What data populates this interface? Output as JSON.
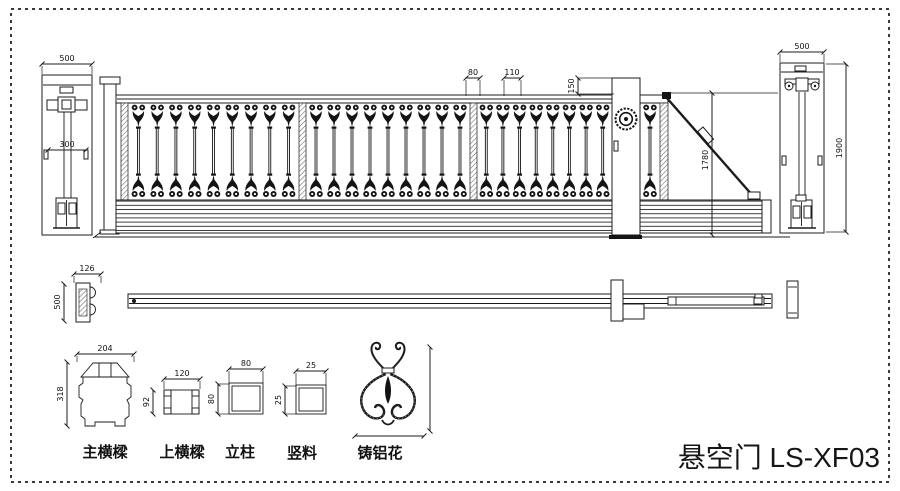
{
  "title": "悬空门 LS-XF03",
  "colors": {
    "line": "#1c1c1c",
    "background": "#ffffff",
    "hatch": "#555555"
  },
  "elevation": {
    "left_post_detail": {
      "width": "500",
      "inner_width": "300"
    },
    "gate": {
      "batten_width": "80",
      "baluster_spacing": "110",
      "post_top_offset": "150",
      "brace_height": "1780",
      "panels": {
        "p1": 9,
        "p2": 9,
        "p3": 8,
        "p4": 1
      }
    },
    "right_post_detail": {
      "width": "500",
      "height": "1900"
    }
  },
  "plan": {
    "bracket_width": "126",
    "bracket_depth": "500"
  },
  "profiles": {
    "main_beam": {
      "label": "主横樑",
      "w": "204",
      "h": "318"
    },
    "top_beam": {
      "label": "上横樑",
      "w": "120",
      "h": "92"
    },
    "post": {
      "label": "立柱",
      "w": "80",
      "h": "80"
    },
    "vbar": {
      "label": "竖料",
      "w": "25",
      "h": "25"
    },
    "flower": {
      "label": "铸铝花"
    }
  }
}
